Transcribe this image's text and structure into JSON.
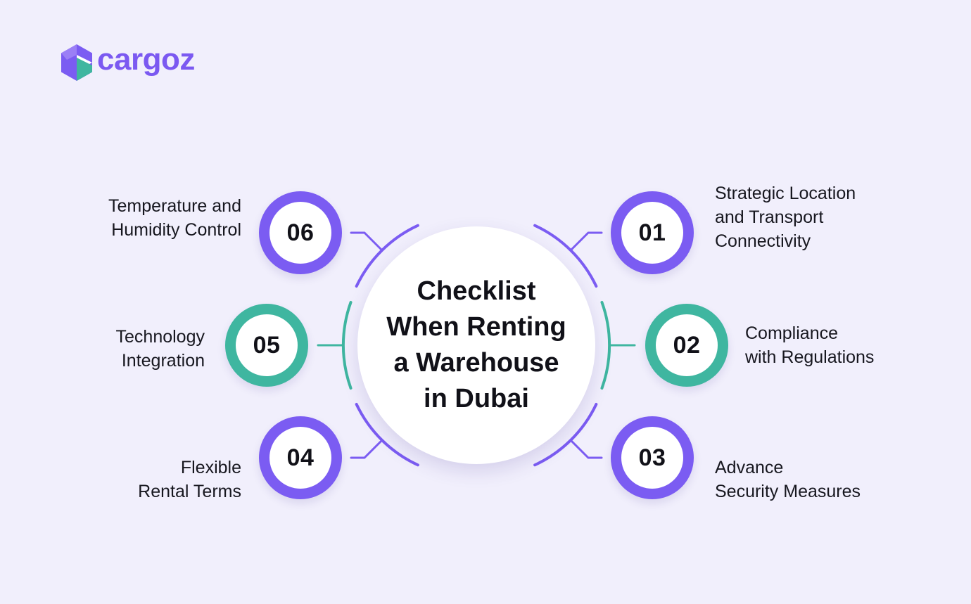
{
  "brand": {
    "name": "cargoz",
    "colors": {
      "purple": "#7b5cf2",
      "teal": "#3fb6a0",
      "background": "#f1effc"
    }
  },
  "center": {
    "title_lines": [
      "Checklist",
      "When Renting",
      "a Warehouse",
      "in Dubai"
    ]
  },
  "items": [
    {
      "number": "01",
      "lines": [
        "Strategic Location",
        "and Transport",
        "Connectivity"
      ],
      "color": "purple"
    },
    {
      "number": "02",
      "lines": [
        "Compliance",
        "with Regulations"
      ],
      "color": "teal"
    },
    {
      "number": "03",
      "lines": [
        "Advance",
        "Security Measures"
      ],
      "color": "purple"
    },
    {
      "number": "04",
      "lines": [
        "Flexible",
        "Rental Terms"
      ],
      "color": "purple"
    },
    {
      "number": "05",
      "lines": [
        "Technology",
        "Integration"
      ],
      "color": "teal"
    },
    {
      "number": "06",
      "lines": [
        "Temperature and",
        "Humidity Control"
      ],
      "color": "purple"
    }
  ]
}
